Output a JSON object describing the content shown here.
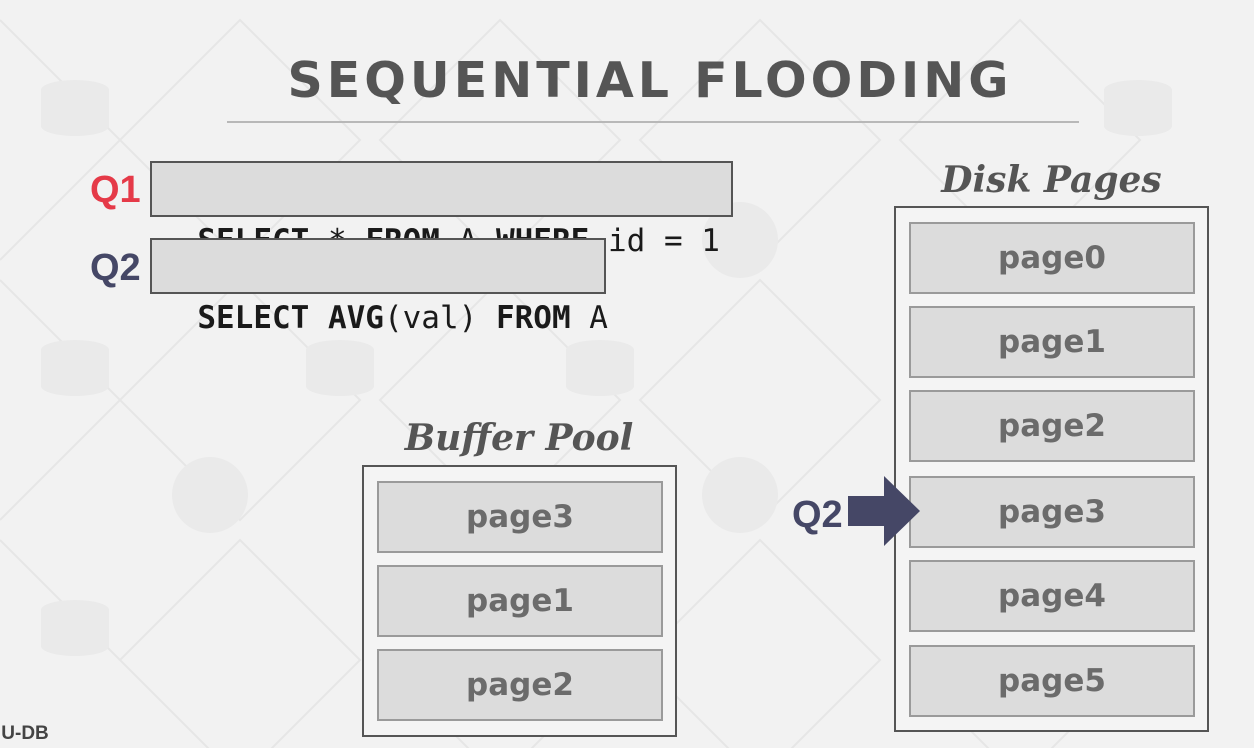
{
  "slide": {
    "title": "SEQUENTIAL FLOODING",
    "footer": "IU-DB"
  },
  "queries": [
    {
      "label": "Q1",
      "color": "#e53a48",
      "parts": [
        {
          "text": "SELECT",
          "kw": true
        },
        {
          "text": " * ",
          "kw": false
        },
        {
          "text": "FROM",
          "kw": true
        },
        {
          "text": " A ",
          "kw": false
        },
        {
          "text": "WHERE",
          "kw": true
        },
        {
          "text": " id = 1",
          "kw": false
        }
      ]
    },
    {
      "label": "Q2",
      "color": "#454766",
      "parts": [
        {
          "text": "SELECT",
          "kw": true
        },
        {
          "text": " ",
          "kw": false
        },
        {
          "text": "AVG",
          "kw": true
        },
        {
          "text": "(val) ",
          "kw": false
        },
        {
          "text": "FROM",
          "kw": true
        },
        {
          "text": " A",
          "kw": false
        }
      ]
    }
  ],
  "buffer_pool": {
    "title": "Buffer Pool",
    "pages": [
      "page3",
      "page1",
      "page2"
    ]
  },
  "disk_pages": {
    "title": "Disk Pages",
    "pages": [
      "page0",
      "page1",
      "page2",
      "page3",
      "page4",
      "page5"
    ]
  },
  "pointer": {
    "label": "Q2",
    "target_page": "page3",
    "color": "#454766"
  },
  "colors": {
    "background": "#f2f2f2",
    "page_fill": "#dcdcdc",
    "page_border": "#9a9a9a",
    "container_border": "#555555",
    "title_text": "#555555"
  },
  "icons": [
    "database-cylinder-icon",
    "skull-icon",
    "diamond-grid-pattern"
  ]
}
